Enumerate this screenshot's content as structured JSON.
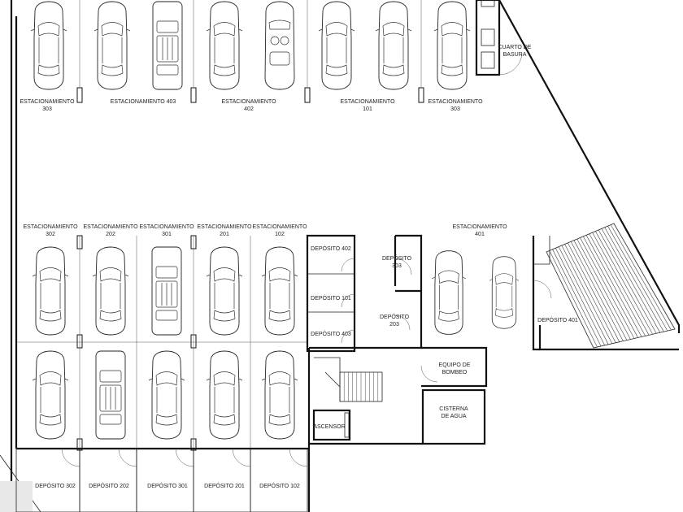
{
  "plan": {
    "top_row_labels": [
      {
        "l1": "ESTACIONAMIENTO",
        "l2": "303"
      },
      {
        "l1": "ESTACIONAMIENTO 403",
        "l2": ""
      },
      {
        "l1": "ESTACIONAMIENTO",
        "l2": "402"
      },
      {
        "l1": "ESTACIONAMIENTO",
        "l2": "101"
      },
      {
        "l1": "ESTACIONAMIENTO",
        "l2": "303"
      }
    ],
    "mid_row_labels": [
      {
        "l1": "ESTACIONAMIENTO",
        "l2": "302"
      },
      {
        "l1": "ESTACIONAMIENTO",
        "l2": "202"
      },
      {
        "l1": "ESTACIONAMIENTO",
        "l2": "301"
      },
      {
        "l1": "ESTACIONAMIENTO",
        "l2": "201"
      },
      {
        "l1": "ESTACIONAMIENTO",
        "l2": "102"
      }
    ],
    "estacionamiento_401": {
      "l1": "ESTACIONAMIENTO",
      "l2": "401"
    },
    "cuarto_basura": {
      "l1": "CUARTO DE",
      "l2": "BASURA"
    },
    "storage_mid": [
      "DEPÓSITO 402",
      "DEPÓSITO 101",
      "DEPÓSITO 403"
    ],
    "deposito_303": {
      "l1": "DEPÓSITO",
      "l2": "303"
    },
    "deposito_203": {
      "l1": "DEPÓSITO",
      "l2": "203"
    },
    "deposito_401": "DEPÓSITO 401",
    "equipo": {
      "l1": "EQUIPO DE",
      "l2": "BOMBEO"
    },
    "cisterna": {
      "l1": "CISTERNA",
      "l2": "DE AGUA"
    },
    "ascensor": "ASCENSOR",
    "storage_bottom": [
      "DEPÓSITO 302",
      "DEPÓSITO 202",
      "DEPÓSITO 301",
      "DEPÓSITO 201",
      "DEPÓSITO 102"
    ]
  }
}
